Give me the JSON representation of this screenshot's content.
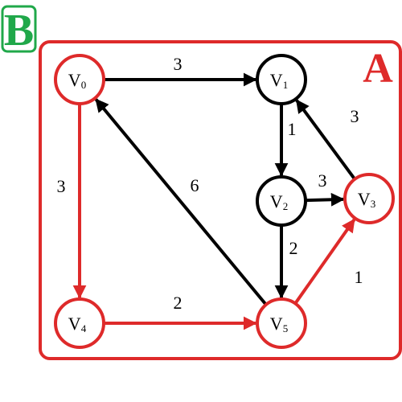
{
  "colors": {
    "red": "#de2a2a",
    "black": "#000000",
    "green": "#20a84a",
    "white": "#ffffff"
  },
  "badge_b": {
    "text": "B"
  },
  "region_a": {
    "label": "A"
  },
  "nodes": [
    {
      "id": "v0",
      "letter": "V",
      "sub": "0",
      "color": "red"
    },
    {
      "id": "v1",
      "letter": "V",
      "sub": "1",
      "color": "black"
    },
    {
      "id": "v2",
      "letter": "V",
      "sub": "2",
      "color": "black"
    },
    {
      "id": "v3",
      "letter": "V",
      "sub": "3",
      "color": "red"
    },
    {
      "id": "v4",
      "letter": "V",
      "sub": "4",
      "color": "red"
    },
    {
      "id": "v5",
      "letter": "V",
      "sub": "5",
      "color": "red"
    }
  ],
  "edges": [
    {
      "from": "v0",
      "to": "v1",
      "weight": "3",
      "color": "black"
    },
    {
      "from": "v1",
      "to": "v2",
      "weight": "1",
      "color": "black"
    },
    {
      "from": "v2",
      "to": "v3",
      "weight": "3",
      "color": "black"
    },
    {
      "from": "v3",
      "to": "v1",
      "weight": "3",
      "color": "black"
    },
    {
      "from": "v2",
      "to": "v5",
      "weight": "2",
      "color": "black"
    },
    {
      "from": "v5",
      "to": "v0",
      "weight": "6",
      "color": "black"
    },
    {
      "from": "v0",
      "to": "v4",
      "weight": "3",
      "color": "red"
    },
    {
      "from": "v4",
      "to": "v5",
      "weight": "2",
      "color": "red"
    },
    {
      "from": "v5",
      "to": "v3",
      "weight": "1",
      "color": "red"
    }
  ]
}
